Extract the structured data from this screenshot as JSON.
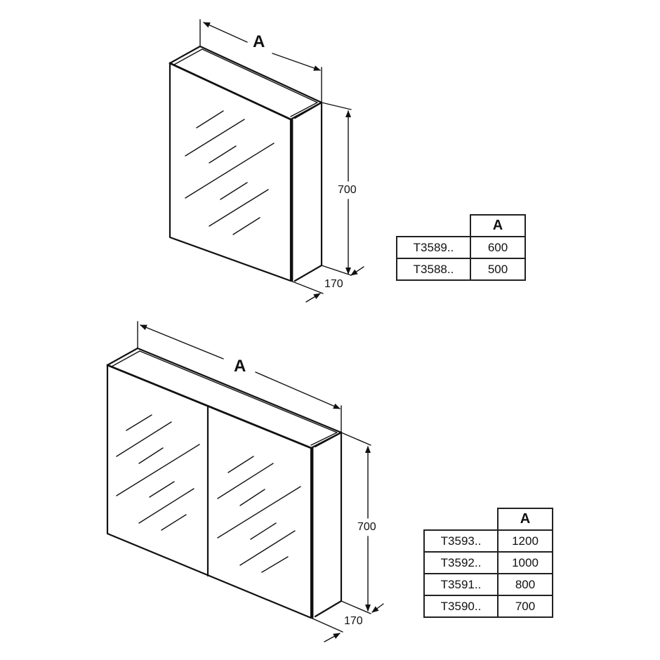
{
  "diagram": {
    "top_cabinet": {
      "type": "single-door mirror cabinet",
      "dimensions": {
        "width_label": "A",
        "height_label": "700",
        "depth_label": "170"
      },
      "table": {
        "header": [
          "",
          "A"
        ],
        "rows": [
          {
            "code": "T3589..",
            "a": "600"
          },
          {
            "code": "T3588..",
            "a": "500"
          }
        ]
      }
    },
    "bottom_cabinet": {
      "type": "double-door mirror cabinet",
      "dimensions": {
        "width_label": "A",
        "height_label": "700",
        "depth_label": "170"
      },
      "table": {
        "header": [
          "",
          "A"
        ],
        "rows": [
          {
            "code": "T3593..",
            "a": "1200"
          },
          {
            "code": "T3592..",
            "a": "1000"
          },
          {
            "code": "T3591..",
            "a": "800"
          },
          {
            "code": "T3590..",
            "a": "700"
          }
        ]
      }
    },
    "colors": {
      "line": "#111111",
      "background": "#ffffff"
    }
  }
}
